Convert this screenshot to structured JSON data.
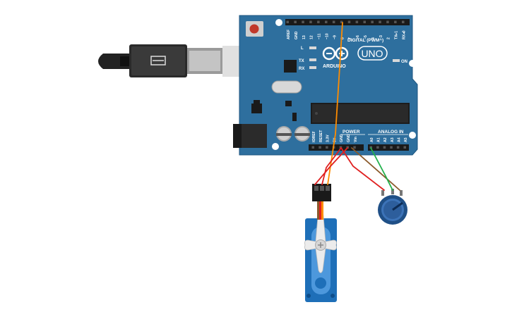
{
  "board": {
    "brand": "ARDUINO",
    "model": "UNO",
    "digital_header_label": "DIGITAL (PWM~)",
    "power_label": "POWER",
    "analog_label": "ANALOG IN",
    "led_l": "L",
    "led_tx": "TX",
    "led_rx": "RX",
    "led_on": "ON",
    "digital_pins": [
      "AREF",
      "GND",
      "13",
      "12",
      "~11",
      "~10",
      "~9",
      "8",
      "7",
      "~6",
      "~5",
      "4",
      "~3",
      "2",
      "TX▸1",
      "RX◂0"
    ],
    "power_pins": [
      "IOREF",
      "RESET",
      "3.3V",
      "5V",
      "GND",
      "GND",
      "Vin"
    ],
    "analog_pins": [
      "A0",
      "A1",
      "A2",
      "A3",
      "A4",
      "A5"
    ]
  },
  "colors": {
    "board": "#2e6f9e",
    "wire_signal": "#ff8c00",
    "wire_power": "#e02020",
    "wire_ground": "#8b5a2b",
    "wire_analog": "#22b14c",
    "servo": "#1e6fb8",
    "potentiometer": "#1f4f86"
  },
  "icons": {
    "usb_cable": "usb-cable-icon",
    "servo": "micro-servo-icon",
    "potentiometer": "potentiometer-icon"
  }
}
